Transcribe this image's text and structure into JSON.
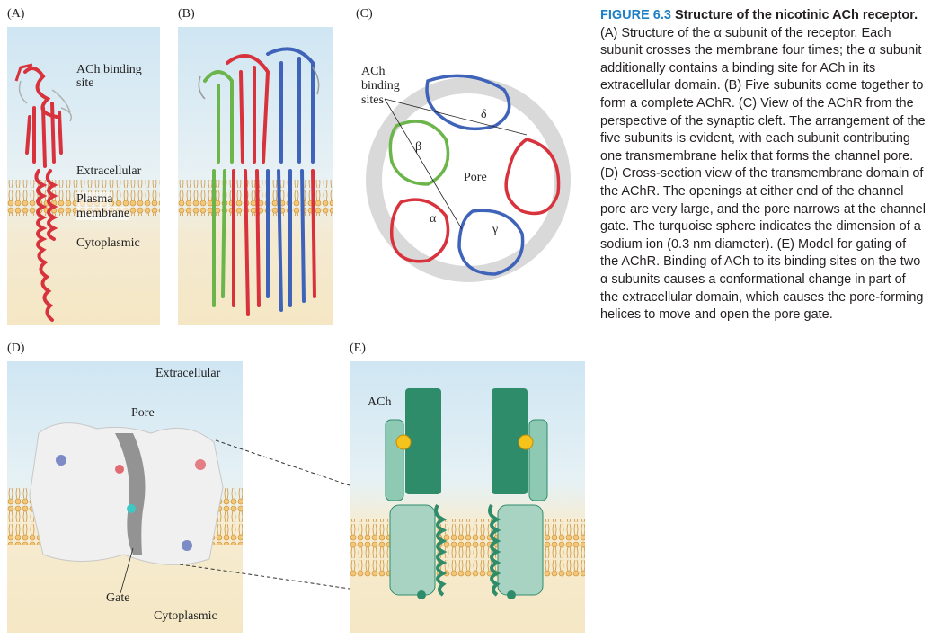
{
  "panels": {
    "A": {
      "label": "(A)",
      "ach_binding_site": "ACh binding\nsite",
      "extracellular": "Extracellular",
      "plasma_membrane_1": "Plasma",
      "plasma_membrane_2": "membrane",
      "cytoplasmic": "Cytoplasmic"
    },
    "B": {
      "label": "(B)"
    },
    "C": {
      "label": "(C)",
      "ach_binding_sites_1": "ACh",
      "ach_binding_sites_2": "binding",
      "ach_binding_sites_3": "sites",
      "pore": "Pore",
      "delta": "δ",
      "alpha_right": "α",
      "beta": "β",
      "alpha_bottom": "α",
      "gamma": "γ"
    },
    "D": {
      "label": "(D)",
      "extracellular": "Extracellular",
      "pore": "Pore",
      "gate": "Gate",
      "cytoplasmic": "Cytoplasmic"
    },
    "E": {
      "label": "(E)",
      "ach": "ACh"
    }
  },
  "caption": {
    "fig_number": "FIGURE 6.3",
    "title": "Structure of the nicotinic ACh receptor.",
    "body": "(A) Structure of the α subunit of the receptor. Each subunit crosses the membrane four times; the α subunit additionally contains a binding site for ACh in its extracellular domain. (B) Five subunits come together to form a complete AChR. (C) View of the AChR from the perspective of the synaptic cleft. The arrangement of the five subunits is evident, with each subunit contributing one transmembrane helix that forms the channel pore. (D) Cross-section view of the transmembrane domain of the AChR. The openings at either end of the channel pore are very large, and the pore narrows at the channel gate. The turquoise sphere indicates the dimension of a sodium ion (0.3 nm diameter). (E) Model for gating of the AChR. Binding of ACh to its binding sites on the two α subunits causes a conformational change in part of the extracellular domain, which causes the pore-forming helices to move and open the pore gate."
  },
  "colors": {
    "sky": "#cfe6f3",
    "cyto": "#f5e7c4",
    "membrane": "#e8b96a",
    "alpha_red": "#d8323c",
    "beta_green": "#6bb54a",
    "delta_blue": "#3f63b8",
    "fig_blue": "#1f7fc4",
    "subunit_dark": "#2f8c6b",
    "subunit_light": "#8ec9b4",
    "ach_yellow": "#f6c21c"
  }
}
